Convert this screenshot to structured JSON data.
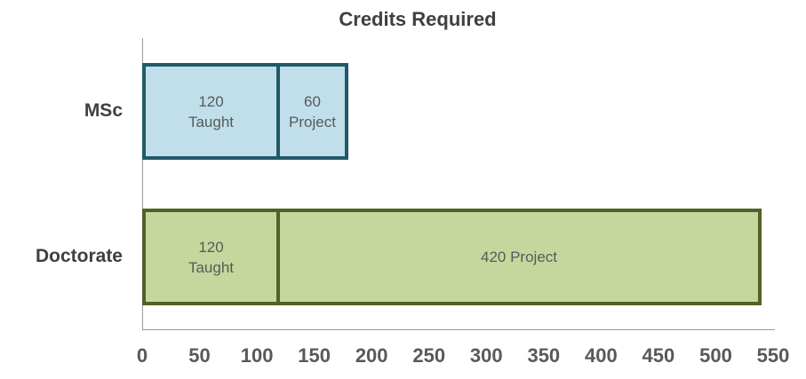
{
  "chart_data": {
    "type": "bar",
    "orientation": "horizontal",
    "stacked": true,
    "title": "Credits Required",
    "xlabel": "",
    "ylabel": "",
    "categories": [
      "MSc",
      "Doctorate"
    ],
    "series": [
      {
        "name": "Taught",
        "values": [
          120,
          120
        ]
      },
      {
        "name": "Project",
        "values": [
          60,
          420
        ]
      }
    ],
    "bars": [
      {
        "category": "MSc",
        "fill": "#C0DFEA",
        "border": "#215968",
        "segments": [
          {
            "series": "Taught",
            "value": 120,
            "label_lines": [
              "120",
              "Taught"
            ]
          },
          {
            "series": "Project",
            "value": 60,
            "label_lines": [
              "60",
              "Project"
            ]
          }
        ]
      },
      {
        "category": "Doctorate",
        "fill": "#C6D79E",
        "border": "#4F6228",
        "segments": [
          {
            "series": "Taught",
            "value": 120,
            "label_lines": [
              "120",
              "Taught"
            ]
          },
          {
            "series": "Project",
            "value": 420,
            "label_lines": [
              "420 Project"
            ]
          }
        ]
      }
    ],
    "xlim": [
      0,
      550
    ],
    "x_ticks": [
      0,
      50,
      100,
      150,
      200,
      250,
      300,
      350,
      400,
      450,
      500,
      550
    ],
    "grid": false,
    "legend": false,
    "colors": {
      "background": "#FFFFFF",
      "title_text": "#404040",
      "category_text": "#404040",
      "tick_text": "#595959",
      "bar_label_text": "#595959",
      "axis_line": "#999999"
    }
  }
}
